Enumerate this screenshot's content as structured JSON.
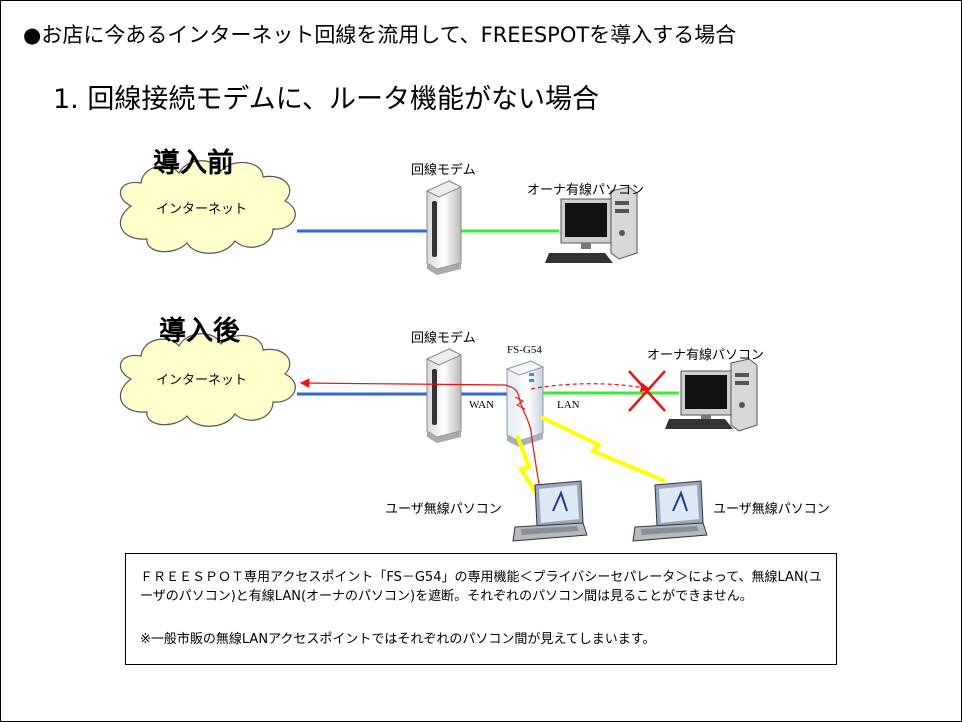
{
  "heading": "●お店に今あるインターネット回線を流用して、FREESPOTを導入する場合",
  "subheading": "1. 回線接続モデムに、ルータ機能がない場合",
  "before": {
    "title": "導入前",
    "internet_label": "インターネット",
    "modem_label": "回線モデム",
    "pc_label": "オーナ有線パソコン"
  },
  "after": {
    "title": "導入後",
    "internet_label": "インターネット",
    "modem_label": "回線モデム",
    "ap_label": "FS-G54",
    "wan_label": "WAN",
    "lan_label": "LAN",
    "pc_label": "オーナ有線パソコン",
    "laptop1_label": "ユーザ無線パソコン",
    "laptop2_label": "ユーザ無線パソコン"
  },
  "note": {
    "paragraph1": "ＦＲＥＥＳＰＯＴ専用アクセスポイント「FS－G54」の専用機能＜プライバシーセパレータ＞によって、無線LAN(ユーザのパソコン)と有線LAN(オーナのパソコン)を遮断。それぞれのパソコン間は見ることができません。",
    "paragraph2": "※一般市販の無線LANアクセスポイントではそれぞれのパソコン間が見えてしまいます。"
  },
  "colors": {
    "wan_line": "#3366dd",
    "lan_line": "#33ee33",
    "wireless": "#ffff00",
    "block_path": "#ee1111",
    "cloud_fill": "#ffffcc"
  },
  "icons": [
    "cloud-icon",
    "modem-icon",
    "desktop-pc-icon",
    "access-point-icon",
    "laptop-icon",
    "x-mark-icon"
  ]
}
